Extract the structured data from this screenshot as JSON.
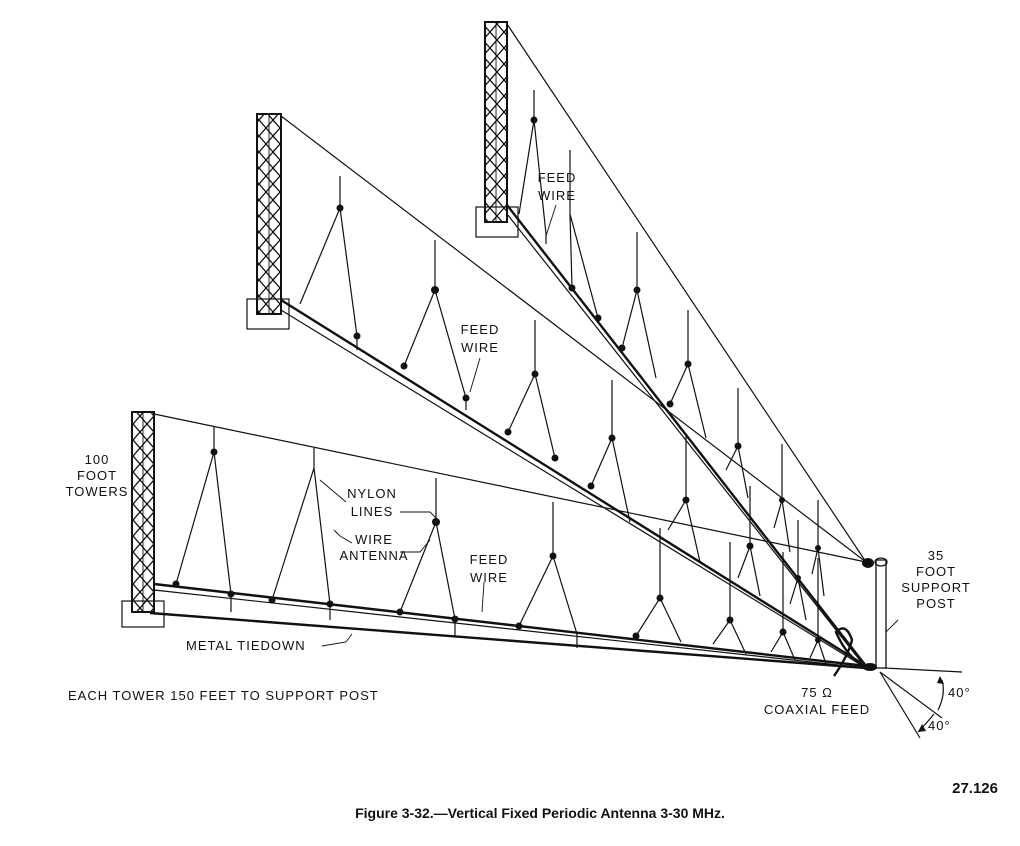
{
  "labels": {
    "towers": [
      "100",
      "FOOT",
      "TOWERS"
    ],
    "nylon": [
      "NYLON",
      "LINES"
    ],
    "wire_antenna": [
      "WIRE",
      "ANTENNA"
    ],
    "feed_wire_top": [
      "FEED",
      "WIRE"
    ],
    "feed_wire_mid": [
      "FEED",
      "WIRE"
    ],
    "feed_wire_low": [
      "FEED",
      "WIRE"
    ],
    "support_post": [
      "35",
      "FOOT",
      "SUPPORT",
      "POST"
    ],
    "metal_tiedown": "METAL TIEDOWN",
    "coax": [
      "75 Ω",
      "COAXIAL FEED"
    ],
    "angle_upper": "40°",
    "angle_lower": "40°",
    "tower_distance": "EACH TOWER 150 FEET TO SUPPORT POST"
  },
  "figure_number": "27.126",
  "caption": "Figure 3-32.—Vertical Fixed Periodic Antenna 3-30 MHz."
}
